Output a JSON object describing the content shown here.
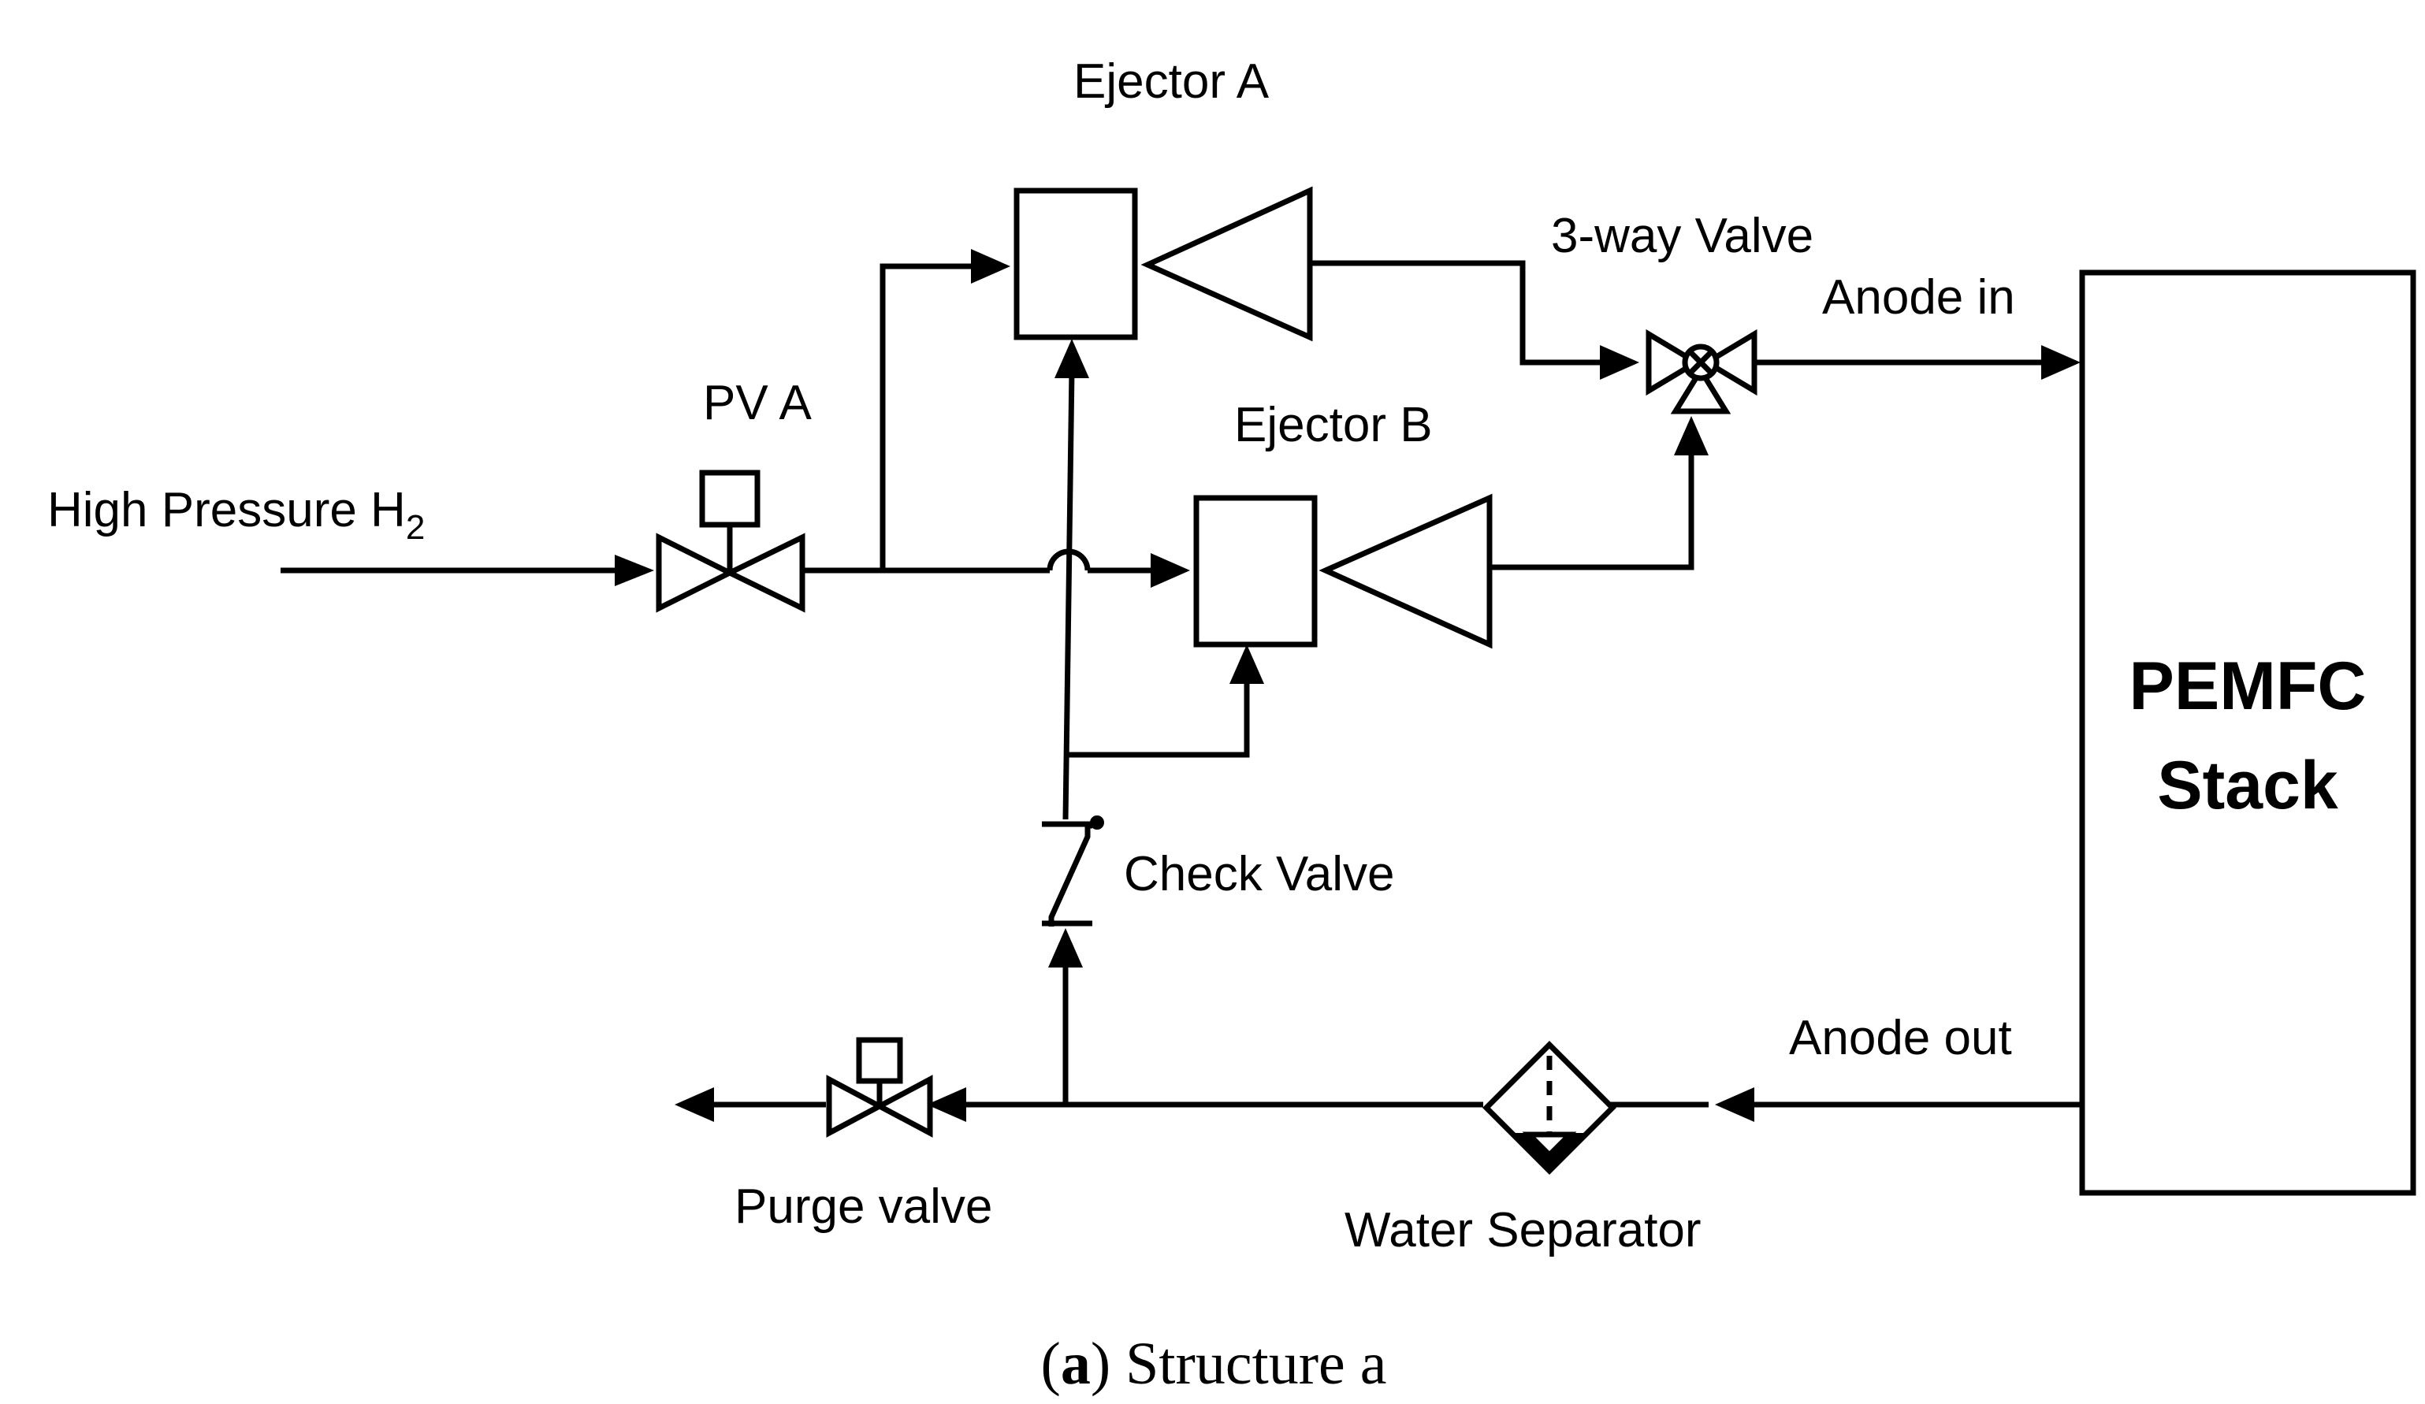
{
  "labels": {
    "high_pressure": "High Pressure H",
    "high_pressure_sub": "2",
    "pv_a": "PV A",
    "ejector_a": "Ejector A",
    "ejector_b": "Ejector B",
    "three_way_valve": "3-way Valve",
    "anode_in": "Anode in",
    "anode_out": "Anode out",
    "check_valve": "Check Valve",
    "purge_valve": "Purge valve",
    "water_separator": "Water Separator",
    "stack_line1": "PEMFC",
    "stack_line2": "Stack"
  },
  "caption": {
    "open_paren": "(",
    "letter": "a",
    "rest": ") Structure a"
  }
}
